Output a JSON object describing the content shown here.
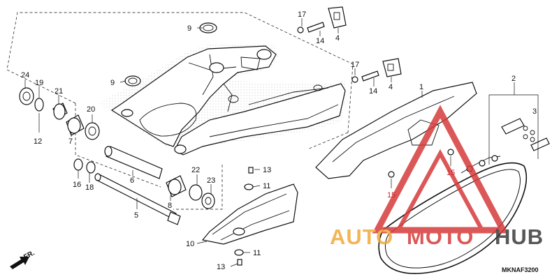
{
  "diagram": {
    "reference_code": "MKNAF3200",
    "direction_label": "FR.",
    "watermark": {
      "text_part1": "AUTO",
      "text_part2": "MOTO",
      "text_part3": "HUB",
      "color_orange": "#f0a93c",
      "color_red": "#d63a3a",
      "color_dark": "#3a3a3a"
    },
    "callouts": {
      "c1": "1",
      "c2": "2",
      "c3": "3",
      "c4a": "4",
      "c4b": "4",
      "c5": "5",
      "c6": "6",
      "c7": "7",
      "c8": "8",
      "c9a": "9",
      "c9b": "9",
      "c10": "10",
      "c11a": "11",
      "c11b": "11",
      "c12": "12",
      "c13a": "13",
      "c13b": "13",
      "c14a": "14",
      "c14b": "14",
      "c15a": "15",
      "c15b": "15",
      "c16": "16",
      "c17a": "17",
      "c17b": "17",
      "c18": "18",
      "c19": "19",
      "c20": "20",
      "c21": "21",
      "c22": "22",
      "c23": "23",
      "c24": "24"
    }
  }
}
